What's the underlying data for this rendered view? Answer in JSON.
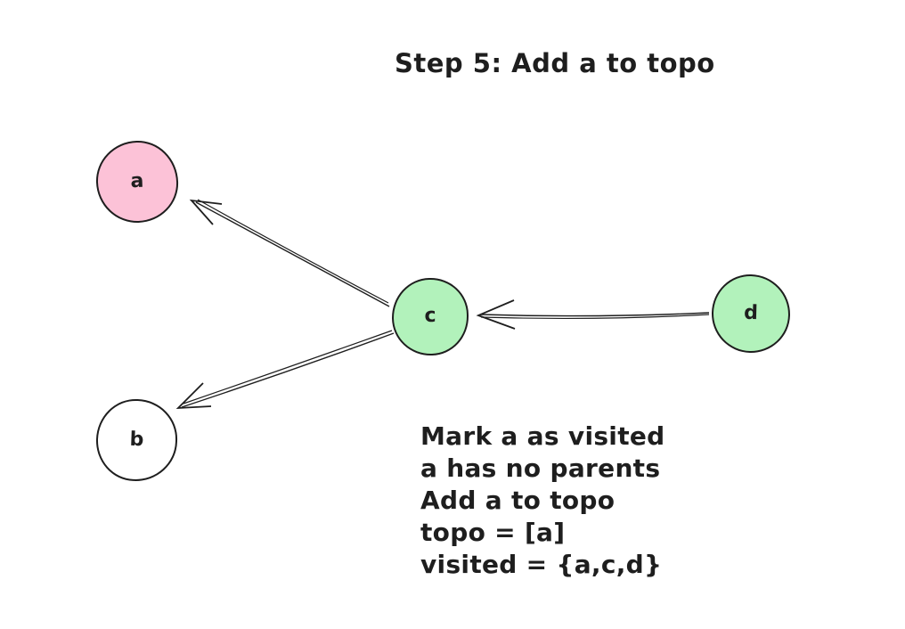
{
  "title": "Step 5: Add a to topo",
  "colors": {
    "background": "#ffffff",
    "stroke": "#1e1e1e",
    "node_pink": "#fcc2d7",
    "node_green": "#b2f2bb",
    "node_white": "#ffffff"
  },
  "nodes": [
    {
      "id": "a",
      "label": "a",
      "fill": "#fcc2d7"
    },
    {
      "id": "b",
      "label": "b",
      "fill": "#ffffff"
    },
    {
      "id": "c",
      "label": "c",
      "fill": "#b2f2bb"
    },
    {
      "id": "d",
      "label": "d",
      "fill": "#b2f2bb"
    }
  ],
  "edges": [
    {
      "from": "c",
      "to": "a"
    },
    {
      "from": "c",
      "to": "b"
    },
    {
      "from": "d",
      "to": "c"
    }
  ],
  "notes": {
    "lines": [
      "Mark a as visited",
      "a has no parents",
      "Add a to topo",
      "topo = [a]",
      "visited = {a,c,d}"
    ]
  }
}
